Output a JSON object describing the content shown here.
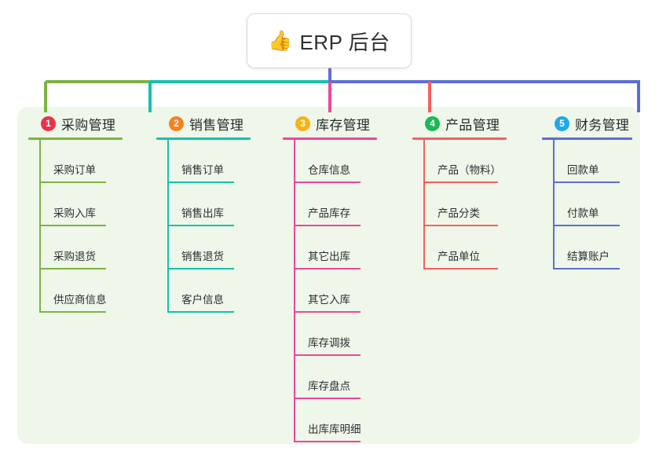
{
  "diagram": {
    "title": "ERP 后台",
    "root": {
      "icon": "thumbs-up-emoji",
      "icon_glyph": "👍",
      "label": "ERP 后台"
    },
    "panel_color": "#eef7e9",
    "branches": [
      {
        "index": "1",
        "label": "采购管理",
        "badge_color": "#e8334a",
        "line_color": "#7cb342",
        "connector_color": "#7cb342",
        "rule_width": 120,
        "leaf_rule_width": 85,
        "children": [
          "采购订单",
          "采购入库",
          "采购退货",
          "供应商信息"
        ]
      },
      {
        "index": "2",
        "label": "销售管理",
        "badge_color": "#f5821f",
        "line_color": "#14c2ad",
        "connector_color": "#14c2ad",
        "rule_width": 120,
        "leaf_rule_width": 85,
        "children": [
          "销售订单",
          "销售出库",
          "销售退货",
          "客户信息"
        ]
      },
      {
        "index": "3",
        "label": "库存管理",
        "badge_color": "#f5b417",
        "line_color": "#ec4899",
        "connector_color": "#ec4899",
        "rule_width": 120,
        "leaf_rule_width": 85,
        "children": [
          "仓库信息",
          "产品库存",
          "其它出库",
          "其它入库",
          "库存调拨",
          "库存盘点",
          "出库库明细"
        ]
      },
      {
        "index": "4",
        "label": "产品管理",
        "badge_color": "#19b955",
        "line_color": "#f4615f",
        "connector_color": "#f4615f",
        "rule_width": 120,
        "leaf_rule_width": 95,
        "children": [
          "产品（物料）",
          "产品分类",
          "产品单位"
        ]
      },
      {
        "index": "5",
        "label": "财务管理",
        "badge_color": "#22a7e8",
        "line_color": "#5b6fd4",
        "connector_color": "#5b6fd4",
        "rule_width": 115,
        "leaf_rule_width": 85,
        "children": [
          "回款单",
          "付款单",
          "结算账户"
        ]
      }
    ],
    "trunk_color": "#5b6fd4"
  }
}
